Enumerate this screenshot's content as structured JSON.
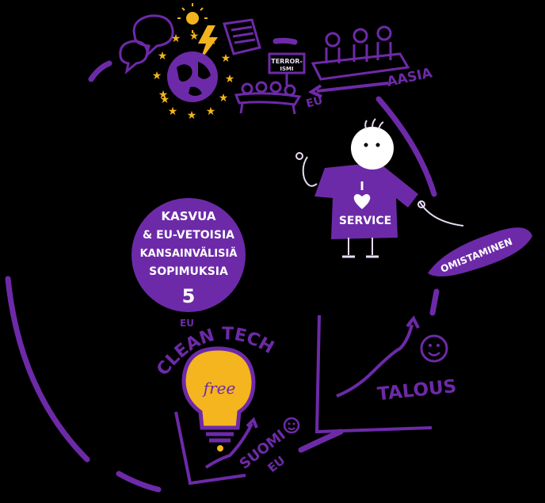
{
  "colors": {
    "background": "#000000",
    "purple": "#6d2aa8",
    "stroke_light": "#e8dcf2",
    "star_gold": "#f2b41e",
    "bulb_yellow": "#f4b51f",
    "white": "#ffffff"
  },
  "top_scene": {
    "terror_sign_line1": "TERROR-",
    "terror_sign_line2": "ISMI",
    "asia_label": "AASIA",
    "eu_label": "EU"
  },
  "person": {
    "shirt_line1": "I",
    "shirt_line2": "SERVICE"
  },
  "circle_text": {
    "line1": "KASVUA",
    "line2": "& EU-VETOISIA",
    "line3": "KANSAINVÄLISIÄ",
    "line4": "SOPIMUKSIA",
    "number": "5"
  },
  "ownership_label": "OMISTAMINEN",
  "economy_label": "TALOUS",
  "cleantech": {
    "eu_label": "EU",
    "title": "CLEAN TECH",
    "bulb_word": "free",
    "suomi_label": "SUOMI",
    "eu_bottom": "EU"
  },
  "icons": [
    "sun-icon",
    "lightning-icon",
    "speech-bubbles-icon",
    "globe-icon",
    "eu-stars-icon",
    "document-icon",
    "heart-icon",
    "smiley-icon",
    "lightbulb-icon"
  ]
}
